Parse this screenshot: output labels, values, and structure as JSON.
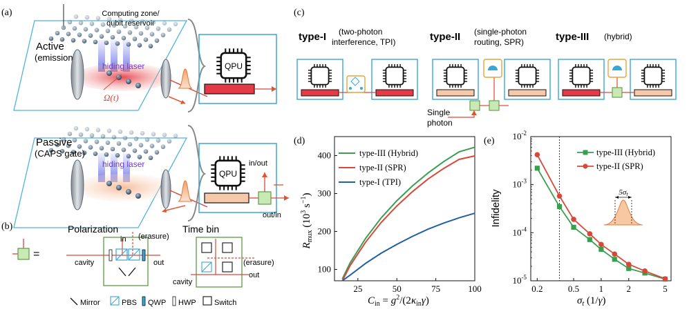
{
  "panel_labels": {
    "a": "(a)",
    "b": "(b)",
    "c": "(c)",
    "d": "(d)",
    "e": "(e)"
  },
  "panel_a": {
    "reservoir_label_1": "Computing zone/",
    "reservoir_label_2": "qubit reservoir",
    "active_label": "Active",
    "active_sub": "(emission)",
    "passive_label": "Passive",
    "passive_sub": "(CAPS gate)",
    "hiding_laser": "hiding laser",
    "omega": "Ω(t)",
    "qpu": "QPU",
    "in_out": "in/out",
    "out_in": "out/in"
  },
  "panel_b": {
    "equals": "=",
    "polarization_title": "Polarization",
    "timebin_title": "Time bin",
    "in": "in",
    "erasure": "(erasure)",
    "cavity": "cavity",
    "out": "out",
    "legend": {
      "mirror": "Mirror",
      "pbs": "PBS",
      "qwp": "QWP",
      "hwp": "HWP",
      "switch": "Switch"
    }
  },
  "panel_c": {
    "type1_name": "type-I",
    "type1_desc_1": "(two-photon",
    "type1_desc_2": "interference, TPI)",
    "type2_name": "type-II",
    "type2_desc_1": "(single-photon",
    "type2_desc_2": "routing, SPR)",
    "type3_name": "type-III",
    "type3_desc": "(hybrid)",
    "single_1": "Single",
    "single_2": "photon"
  },
  "chart_data": [
    {
      "type": "line",
      "panel": "(d)",
      "xlabel": "C_in = g^2/(2κ_in γ)",
      "ylabel": "R_mux (10^3 s^-1)",
      "xlim": [
        10,
        100
      ],
      "ylim": [
        70,
        450
      ],
      "xticks": [
        25,
        50,
        75,
        100
      ],
      "yticks": [
        100,
        200,
        300,
        400
      ],
      "legend_position": "top-left",
      "x": [
        15,
        20,
        30,
        40,
        50,
        60,
        70,
        80,
        90,
        100
      ],
      "series": [
        {
          "name": "type-III (Hybrid)",
          "color": "#3a9d4f",
          "values": [
            75,
            117,
            182,
            236,
            281,
            320,
            354,
            384,
            410,
            422
          ]
        },
        {
          "name": "type-II (SPR)",
          "color": "#d8483a",
          "values": [
            70,
            110,
            172,
            224,
            267,
            305,
            338,
            366,
            390,
            399
          ]
        },
        {
          "name": "type-I (TPI)",
          "color": "#1f5fa8",
          "values": [
            66,
            85,
            116,
            143,
            166,
            187,
            206,
            222,
            236,
            248
          ]
        }
      ]
    },
    {
      "type": "line",
      "panel": "(e)",
      "xlabel": "σ_t (1/γ)",
      "ylabel": "Infidelity",
      "xscale": "log",
      "yscale": "log",
      "xlim": [
        0.17,
        5.8
      ],
      "ylim": [
        1e-05,
        0.01
      ],
      "xtick_labels": [
        "0.2",
        "0.5",
        "1",
        "2",
        "5"
      ],
      "xticks": [
        0.2,
        0.5,
        1,
        2,
        5
      ],
      "yticks": [
        1e-05,
        0.0001,
        0.001,
        0.01
      ],
      "ytick_exponents": [
        "-5",
        "-4",
        "-3",
        "-2"
      ],
      "vline_x": 0.35,
      "legend_position": "top-right",
      "inset_label": "5σ_t",
      "x": [
        0.2,
        0.35,
        0.5,
        0.75,
        1.0,
        1.4,
        2.0,
        3.0,
        5.0
      ],
      "series": [
        {
          "name": "type-III (Hybrid)",
          "color": "#3a9d4f",
          "marker": "square",
          "values": [
            0.0022,
            0.00035,
            0.00013,
            7.2e-05,
            4.5e-05,
            2.8e-05,
            1.8e-05,
            1.45e-05,
            1.08e-05
          ]
        },
        {
          "name": "type-II (SPR)",
          "color": "#d8483a",
          "marker": "circle",
          "values": [
            0.0042,
            0.00058,
            0.00019,
            9.5e-05,
            5.7e-05,
            3.6e-05,
            2.2e-05,
            1.6e-05,
            1.1e-05
          ]
        }
      ]
    }
  ]
}
